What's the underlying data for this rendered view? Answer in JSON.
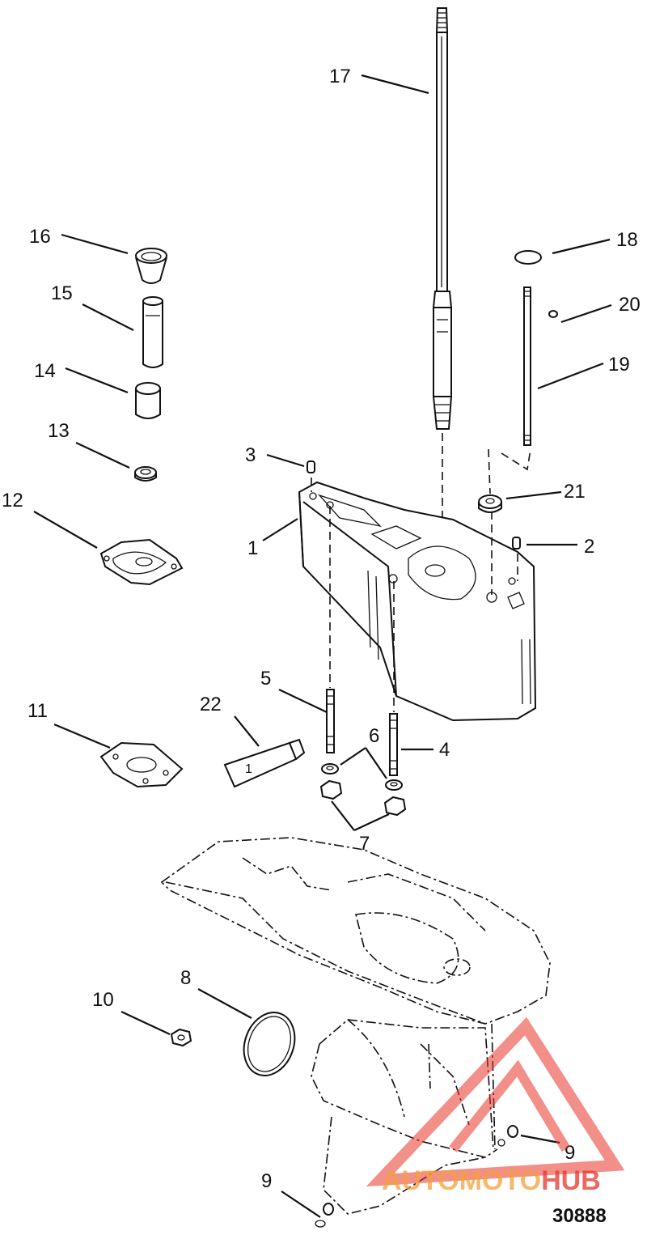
{
  "diagram": {
    "figure_number": "30888",
    "callouts": [
      "1",
      "2",
      "3",
      "4",
      "5",
      "6",
      "7",
      "8",
      "9",
      "10",
      "11",
      "12",
      "13",
      "14",
      "15",
      "16",
      "17",
      "18",
      "19",
      "20",
      "21",
      "22",
      "9"
    ]
  },
  "watermark": {
    "text_part1": "AUTOMOTO",
    "text_part2": "HUB",
    "color_red": "#e8342a",
    "color_orange": "#f2a13b"
  }
}
